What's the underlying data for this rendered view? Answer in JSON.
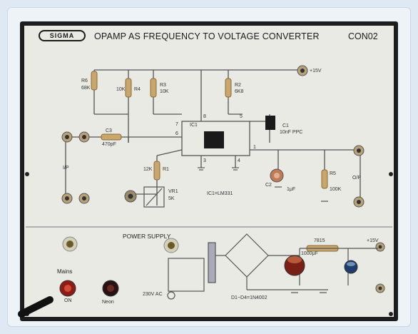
{
  "panel": {
    "logo_text": "SIGMA",
    "title": "OPAMP AS FREQUENCY TO VOLTAGE CONVERTER",
    "code": "CON02"
  },
  "components": {
    "r6": "R6",
    "r6_val": "68K",
    "r4": "R4",
    "r4_val": "10K",
    "r3": "R3",
    "r3_val": "10K",
    "r2": "R2",
    "r2_val": "6K8",
    "vplus": "+15V",
    "c3": "C3",
    "c3_val": "470pF",
    "r1": "R1",
    "r1_val": "12K",
    "ic1": "IC1",
    "ic1_part": "IC1=LM331",
    "ic1_pin8": "8",
    "ic1_pin6": "6",
    "ic1_pin7": "7",
    "ic1_pin5": "5",
    "ic1_pin1": "1",
    "ic1_pin3": "3",
    "ic1_pin4": "4",
    "c1": "C1",
    "c1_val": "10nF PPC",
    "c2": "C2",
    "c2_val": "1μF",
    "r5": "R5",
    "r5_val": "100K",
    "vr1": "VR1",
    "vr1_val": "5K",
    "ip_label": "I/P",
    "op_label": "O/P"
  },
  "power": {
    "title": "POWER SUPPLY",
    "mains": "Mains",
    "on": "ON",
    "neon": "Neon",
    "ac": "230V AC",
    "diodes": "D1~D4=1N4002",
    "reg": "7815",
    "cap": "1000μF",
    "out": "+15V"
  }
}
